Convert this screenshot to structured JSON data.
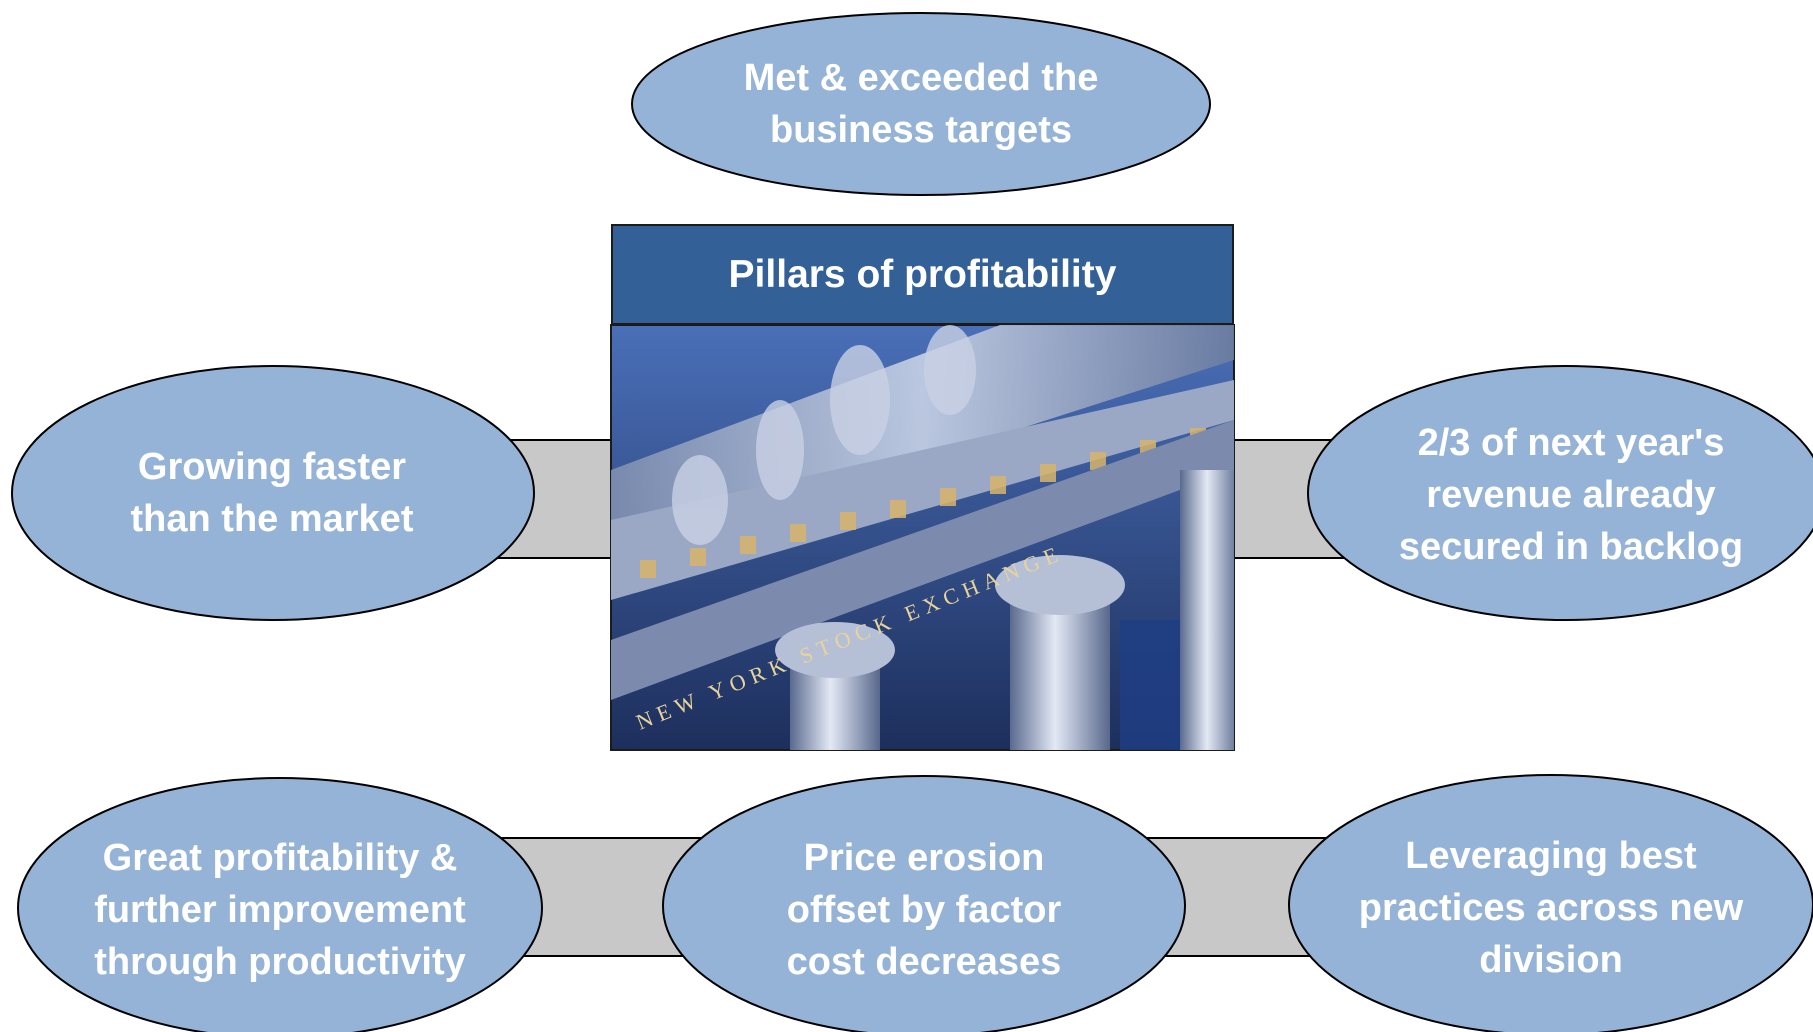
{
  "center": {
    "title": "Pillars of profitability",
    "image_inscription": "NEW YORK STOCK EXCHANGE"
  },
  "nodes": [
    {
      "id": "top",
      "text": "Met & exceeded the\nbusiness targets"
    },
    {
      "id": "left",
      "text": "Growing faster\nthan the market"
    },
    {
      "id": "right",
      "text": "2/3 of next year's\nrevenue already\nsecured in backlog"
    },
    {
      "id": "bottom-left",
      "text": "Great profitability &\nfurther improvement\nthrough productivity"
    },
    {
      "id": "bottom-center",
      "text": "Price erosion\noffset by factor\ncost decreases"
    },
    {
      "id": "bottom-right",
      "text": "Leveraging best\npractices across new\ndivision"
    }
  ],
  "colors": {
    "ellipse_fill": "#95b3d7",
    "ellipse_stroke": "#000000",
    "connector_fill": "#c8c8c8",
    "title_bar": "#336197",
    "text": "#ffffff"
  }
}
